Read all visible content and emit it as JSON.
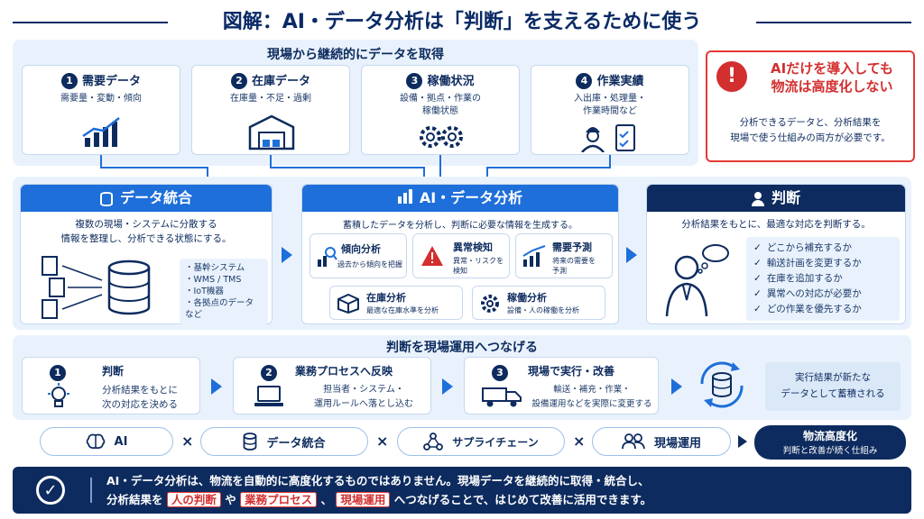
{
  "title": "図解：AI・データ分析は「判断」を支えるために使う",
  "collect": {
    "heading": "現場から継続的にデータを取得",
    "cards": [
      {
        "num": "1",
        "title": "需要データ",
        "sub": "需要量・変動・傾向",
        "icon": "chart-up-icon"
      },
      {
        "num": "2",
        "title": "在庫データ",
        "sub": "在庫量・不足・過剰",
        "icon": "warehouse-icon"
      },
      {
        "num": "3",
        "title": "稼働状況",
        "sub": "設備・拠点・作業の\n稼働状態",
        "icon": "gears-icon"
      },
      {
        "num": "4",
        "title": "作業実績",
        "sub": "入出庫・処理量・\n作業時間など",
        "icon": "worker-icon"
      }
    ]
  },
  "warning": {
    "title": "AIだけを導入しても\n物流は高度化しない",
    "body": "分析できるデータと、分析結果を\n現場で使う仕組みの両方が必要です。"
  },
  "integrate": {
    "header": "データ統合",
    "desc": "複数の現場・システムに分散する\n情報を整理し、分析できる状態にする。",
    "sources": [
      "・基幹システム",
      "・WMS / TMS",
      "・IoT機器",
      "・各拠点のデータ など"
    ]
  },
  "analysis": {
    "header": "AI・データ分析",
    "desc": "蓄積したデータを分析し、判断に必要な情報を生成する。",
    "items": [
      {
        "title": "傾向分析",
        "sub": "過去から傾向を把握"
      },
      {
        "title": "異常検知",
        "sub": "異常・リスクを\n検知"
      },
      {
        "title": "需要予測",
        "sub": "将来の需要を\n予測"
      },
      {
        "title": "在庫分析",
        "sub": "最適な在庫水準を分析"
      },
      {
        "title": "稼働分析",
        "sub": "設備・人の稼働を分析"
      }
    ]
  },
  "judge": {
    "header": "判断",
    "desc": "分析結果をもとに、最適な対応を判断する。",
    "checks": [
      "どこから補充するか",
      "輸送計画を変更するか",
      "在庫を追加するか",
      "異常への対応が必要か",
      "どの作業を優先するか"
    ]
  },
  "ops": {
    "heading": "判断を現場運用へつなげる",
    "steps": [
      {
        "num": "1",
        "title": "判断",
        "sub": "分析結果をもとに\n次の対応を決める"
      },
      {
        "num": "2",
        "title": "業務プロセスへ反映",
        "sub": "担当者・システム・\n運用ルールへ落とし込む"
      },
      {
        "num": "3",
        "title": "現場で実行・改善",
        "sub": "輸送・補充・作業・\n設備運用などを実際に変更する"
      }
    ],
    "result": "実行結果が新たな\nデータとして蓄積される"
  },
  "formula": {
    "items": [
      "AI",
      "データ統合",
      "サプライチェーン",
      "現場運用"
    ],
    "op": "×",
    "result_title": "物流高度化",
    "result_sub": "判断と改善が続く仕組み"
  },
  "footer": {
    "line1": "AI・データ分析は、物流を自動的に高度化するものではありません。現場データを継続的に取得・統合し、",
    "pre": "分析結果を",
    "tag1": "人の判断",
    "mid1": "や",
    "tag2": "業務プロセス",
    "mid2": "、",
    "tag3": "現場運用",
    "post": "へつなげることで、はじめて改善に活用できます。"
  },
  "colors": {
    "navy": "#0d2b5e",
    "blue": "#1e6fd9",
    "light": "#e9f2fc",
    "red": "#d32f2f"
  }
}
